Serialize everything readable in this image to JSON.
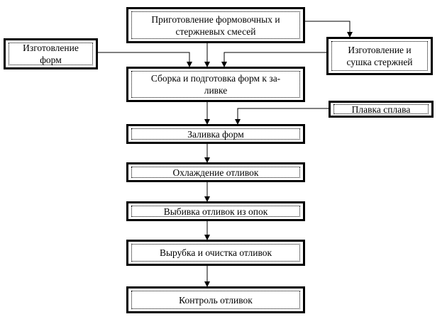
{
  "diagram": {
    "nodes": {
      "prep_mixtures": "Приготовление формовочных и\nстержневых смесей",
      "make_forms": "Изготовление\nформ",
      "make_cores": "Изготовление и\nсушка стержней",
      "assembly": "Сборка и подготовка форм к за-\nливке",
      "melting": "Плавка сплава",
      "pouring": "Заливка форм",
      "cooling": "Охлаждение отливок",
      "knockout": "Выбивка отливок из опок",
      "trimming": "Вырубка и очистка отливок",
      "control": "Контроль отливок"
    }
  }
}
